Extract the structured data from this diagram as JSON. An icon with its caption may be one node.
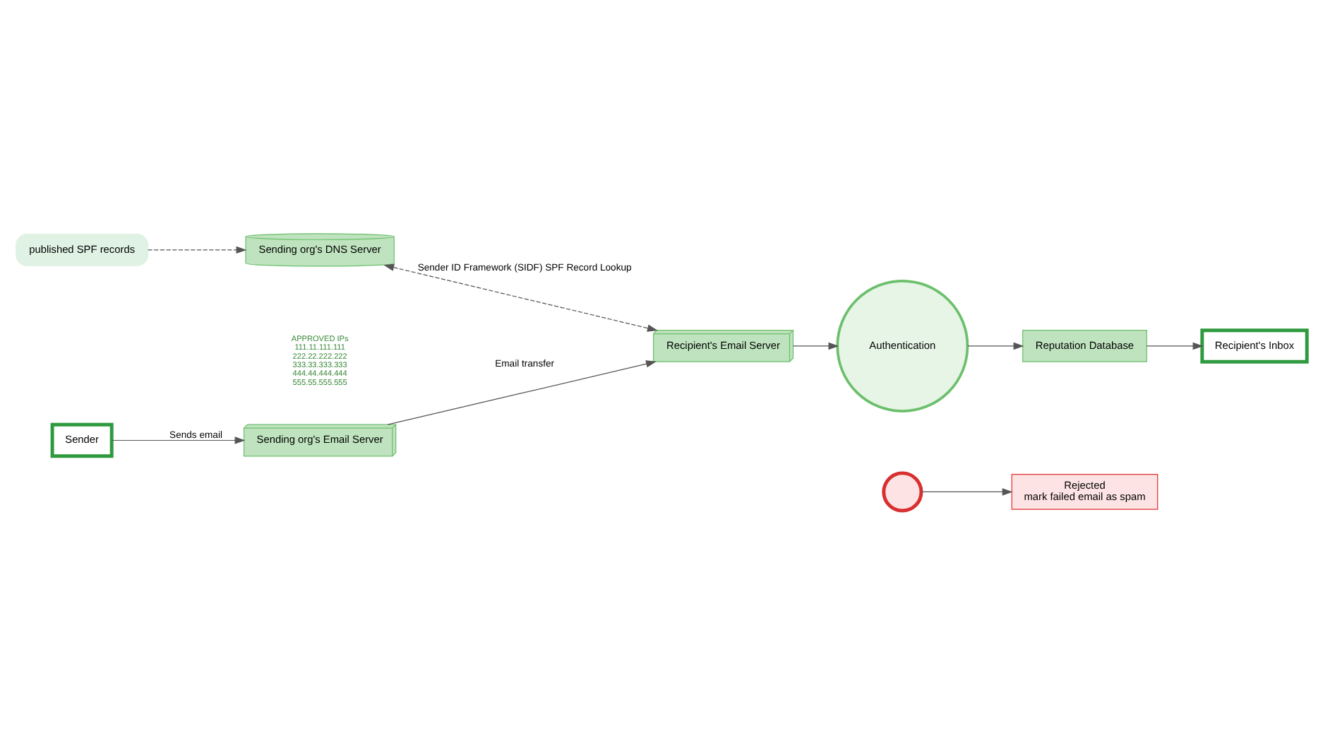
{
  "diagram": {
    "nodes": [
      {
        "text": [
          "published SPF records"
        ]
      },
      {
        "text": [
          "Sending org's DNS Server"
        ]
      },
      {
        "text": [
          "Sender"
        ]
      },
      {
        "text": [
          "Sending org's Email Server"
        ]
      },
      {
        "text": [
          "Recipient's Email Server"
        ]
      },
      {
        "text": [
          "Authentication"
        ]
      },
      {
        "text": [],
        "shape": "circle"
      },
      {
        "text": [
          "Reputation Database"
        ]
      },
      {
        "text": [
          "Recipient's Inbox"
        ]
      },
      {
        "text": [
          "Rejected",
          "mark failed email as spam"
        ]
      }
    ],
    "edges": [
      {
        "from": 0,
        "to": 1,
        "arrow": "to",
        "style": "dashed"
      },
      {
        "from": 1,
        "to": 4,
        "arrow": "both",
        "style": "dashed",
        "label": "Sender ID Framework (SIDF) SPF Record Lookup"
      },
      {
        "from": 2,
        "to": 3,
        "arrow": "to",
        "label": "Sends email"
      },
      {
        "from": 3,
        "to": 4,
        "arrow": "to",
        "label": "Email transfer"
      },
      {
        "from": 4,
        "to": 5,
        "arrow": "to"
      },
      {
        "from": 5,
        "to": 7,
        "arrow": "to"
      },
      {
        "from": 7,
        "to": 8,
        "arrow": "to"
      },
      {
        "from": 6,
        "to": 9,
        "arrow": "to"
      }
    ],
    "labels": [
      "APPROVED IPs",
      "111.11.111.111",
      "222.22.222.222",
      "333.33.333.333",
      "444.44.444.444",
      "555.55.555.555"
    ]
  }
}
